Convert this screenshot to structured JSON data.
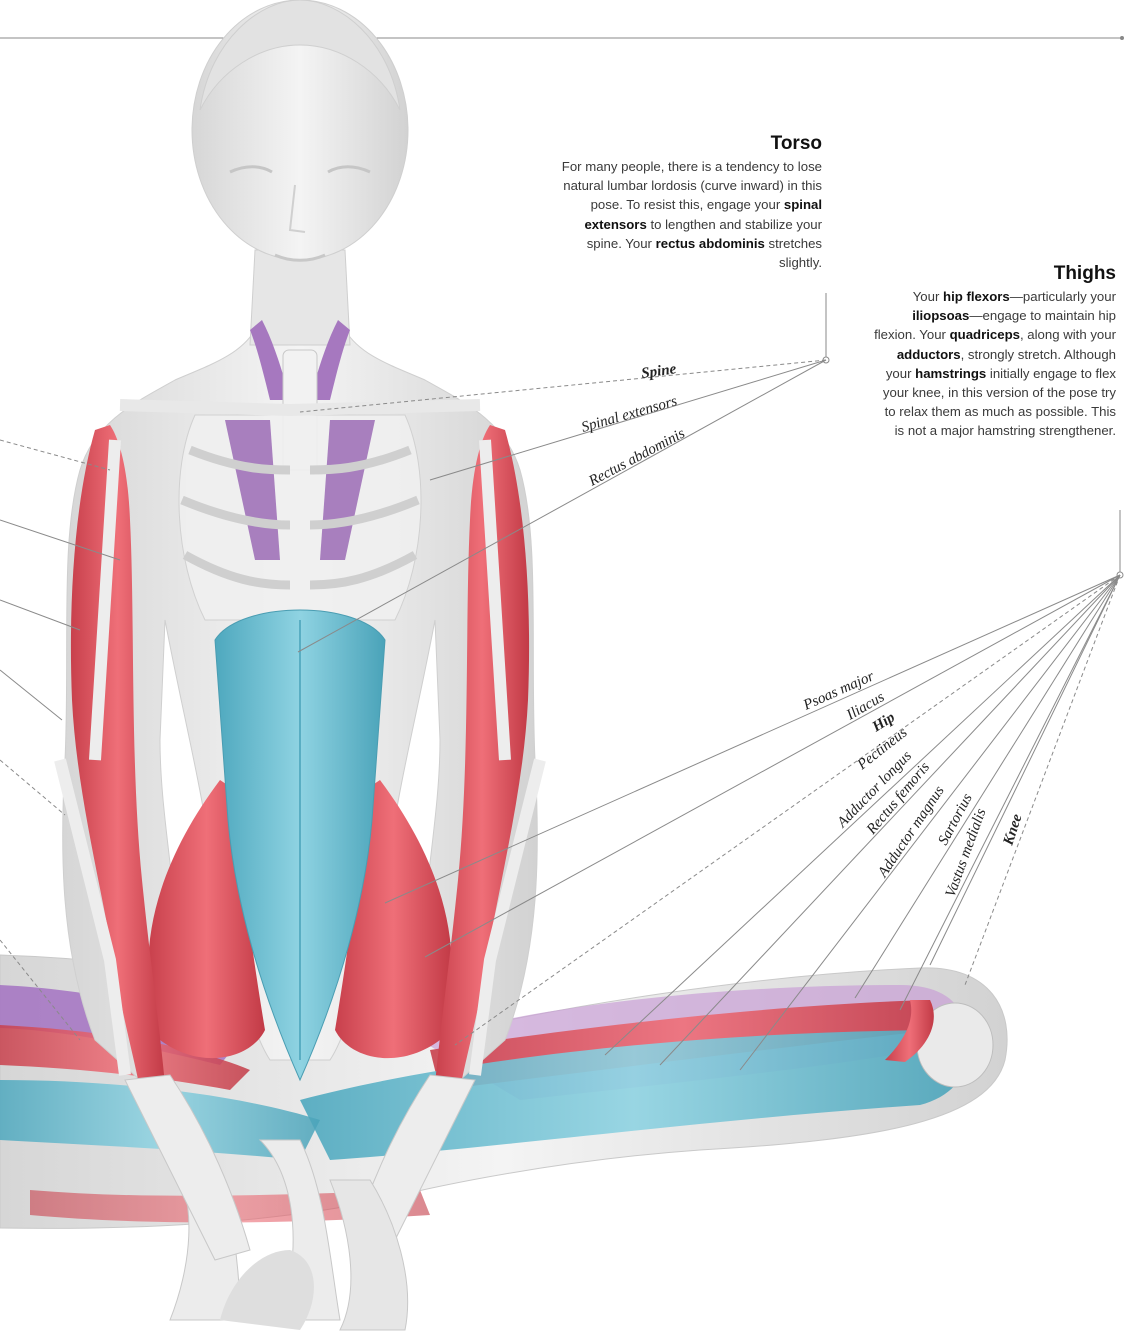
{
  "panels": {
    "torso": {
      "title": "Torso",
      "p1": "For many people, there is a tendency to lose natural lumbar lordosis (curve inward) in this pose. To resist this, engage your ",
      "b1": "spinal extensors",
      "p2": " to lengthen and stabilize your spine. Your ",
      "b2": "rectus abdominis",
      "p3": " stretches slightly."
    },
    "thighs": {
      "title": "Thighs",
      "p1": "Your ",
      "b1": "hip flexors",
      "p2": "—particularly your ",
      "b2": "iliopsoas",
      "p3": "—engage to maintain hip flexion. Your ",
      "b3": "quadriceps",
      "p4": ", along with your ",
      "b4": "adductors",
      "p5": ", strongly stretch. Although your ",
      "b5": "hamstrings",
      "p6": " initially engage to flex your knee, in this version of the pose try to relax them as much as possible. This is not a major hamstring strengthener."
    }
  },
  "labels": {
    "spine": "Spine",
    "spinal_extensors": "Spinal extensors",
    "rectus_abdominis": "Rectus abdominis",
    "psoas_major": "Psoas major",
    "iliacus": "Iliacus",
    "hip": "Hip",
    "pectineus": "Pectineus",
    "adductor_longus": "Adductor longus",
    "rectus_femoris": "Rectus femoris",
    "adductor_magnus": "Adductor magnus",
    "sartorius": "Sartorius",
    "vastus_medialis": "Vastus medialis",
    "knee": "Knee"
  },
  "colors": {
    "muscle_active": "#e0535e",
    "muscle_stretch": "#6cc0d4",
    "muscle_purple": "#9b6bb5",
    "bone": "#eeeeee",
    "body": "#dcdcdc",
    "leader": "#8a8a8a"
  }
}
